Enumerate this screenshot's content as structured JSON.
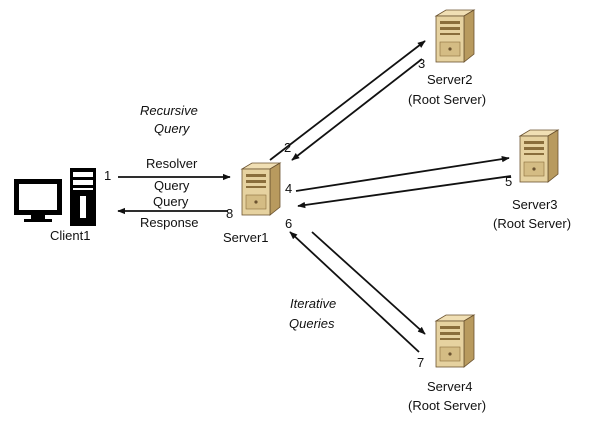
{
  "client": {
    "name": "Client1"
  },
  "servers": {
    "server1": {
      "name": "Server1"
    },
    "server2": {
      "name": "Server2",
      "role": "(Root Server)"
    },
    "server3": {
      "name": "Server3",
      "role": "(Root Server)"
    },
    "server4": {
      "name": "Server4",
      "role": "(Root Server)"
    }
  },
  "annotations": {
    "recursive": [
      "Recursive",
      "Query"
    ],
    "iterative": [
      "Iterative",
      "Queries"
    ]
  },
  "flows": {
    "resolver_query": [
      "Resolver",
      "Query"
    ],
    "query_response": [
      "Query",
      "Response"
    ]
  },
  "steps": [
    "1",
    "2",
    "3",
    "4",
    "5",
    "6",
    "7",
    "8"
  ],
  "colors": {
    "server_body": "#e6d2a0",
    "server_side": "#b89a5e",
    "server_dark": "#6b5330",
    "monitor": "#000000",
    "arrow": "#111111"
  }
}
